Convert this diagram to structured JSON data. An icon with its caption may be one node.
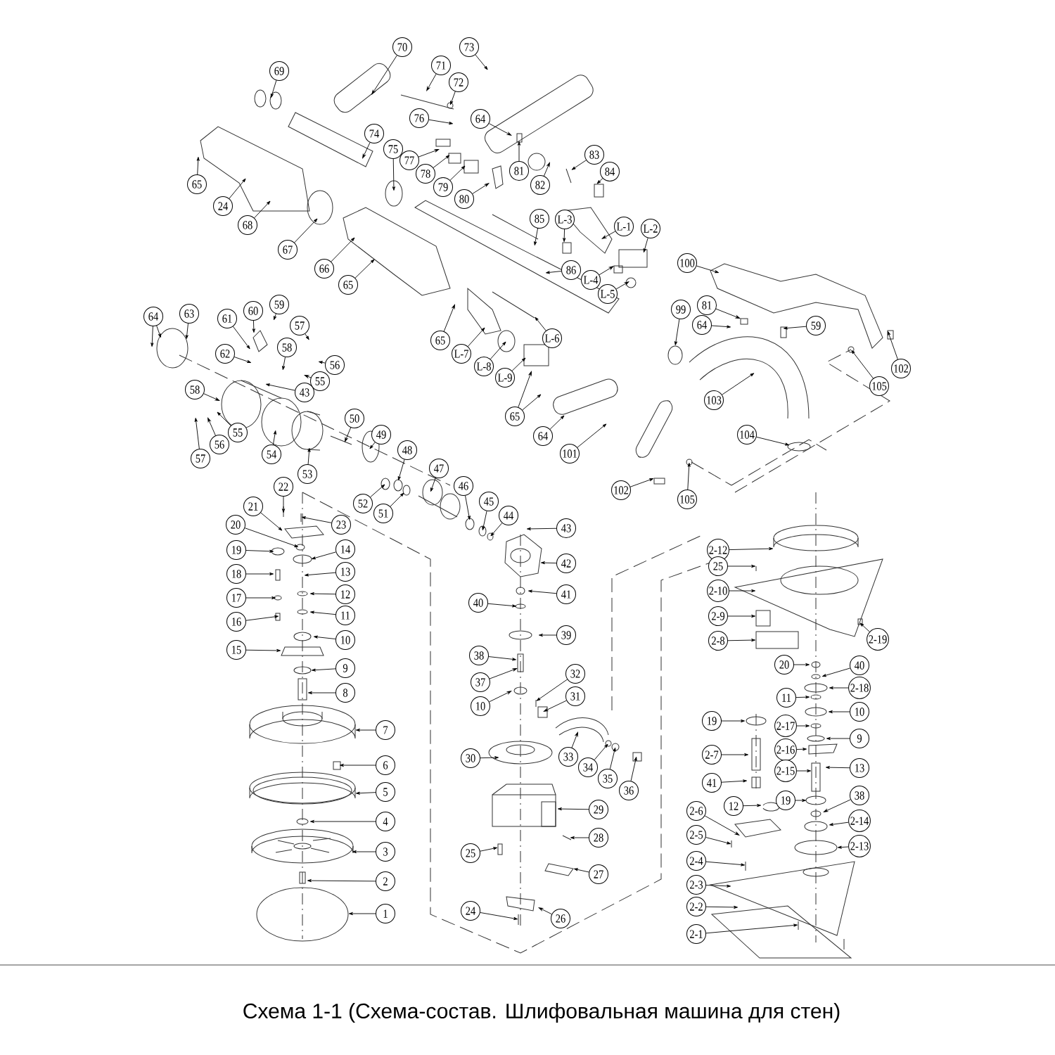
{
  "diagram": {
    "caption": "Схема 1-1 (Схема-состав. Шлифовальная машина для стен)",
    "nodes": [
      {
        "text": [
          "70"
        ]
      },
      {
        "text": [
          "69"
        ]
      },
      {
        "text": [
          "71"
        ]
      },
      {
        "text": [
          "72"
        ]
      },
      {
        "text": [
          "73"
        ]
      },
      {
        "text": [
          "74"
        ]
      },
      {
        "text": [
          "75"
        ]
      },
      {
        "text": [
          "76"
        ]
      },
      {
        "text": [
          "64"
        ]
      },
      {
        "text": [
          "77"
        ]
      },
      {
        "text": [
          "78"
        ]
      },
      {
        "text": [
          "79"
        ]
      },
      {
        "text": [
          "80"
        ]
      },
      {
        "text": [
          "81"
        ]
      },
      {
        "text": [
          "82"
        ]
      },
      {
        "text": [
          "83"
        ]
      },
      {
        "text": [
          "84"
        ]
      },
      {
        "text": [
          "65"
        ]
      },
      {
        "text": [
          "24"
        ]
      },
      {
        "text": [
          "68"
        ]
      },
      {
        "text": [
          "67"
        ]
      },
      {
        "text": [
          "66"
        ]
      },
      {
        "text": [
          "65"
        ]
      },
      {
        "text": [
          "85"
        ]
      },
      {
        "text": [
          "L-3"
        ]
      },
      {
        "text": [
          "L-1"
        ]
      },
      {
        "text": [
          "L-2"
        ]
      },
      {
        "text": [
          "86"
        ]
      },
      {
        "text": [
          "L-4"
        ]
      },
      {
        "text": [
          "L-5"
        ]
      },
      {
        "text": [
          "100"
        ]
      },
      {
        "text": [
          "99"
        ]
      },
      {
        "text": [
          "81"
        ]
      },
      {
        "text": [
          "64"
        ]
      },
      {
        "text": [
          "59"
        ]
      },
      {
        "text": [
          "64"
        ]
      },
      {
        "text": [
          "63"
        ]
      },
      {
        "text": [
          "61"
        ]
      },
      {
        "text": [
          "60"
        ]
      },
      {
        "text": [
          "59"
        ]
      },
      {
        "text": [
          "62"
        ]
      },
      {
        "text": [
          "57"
        ]
      },
      {
        "text": [
          "58"
        ]
      },
      {
        "text": [
          "56"
        ]
      },
      {
        "text": [
          "55"
        ]
      },
      {
        "text": [
          "43"
        ]
      },
      {
        "text": [
          "65"
        ]
      },
      {
        "text": [
          "L-7"
        ]
      },
      {
        "text": [
          "L-6"
        ]
      },
      {
        "text": [
          "L-8"
        ]
      },
      {
        "text": [
          "L-9"
        ]
      },
      {
        "text": [
          "103"
        ]
      },
      {
        "text": [
          "105"
        ]
      },
      {
        "text": [
          "102"
        ]
      },
      {
        "text": [
          "58"
        ]
      },
      {
        "text": [
          "55"
        ]
      },
      {
        "text": [
          "56"
        ]
      },
      {
        "text": [
          "57"
        ]
      },
      {
        "text": [
          "54"
        ]
      },
      {
        "text": [
          "53"
        ]
      },
      {
        "text": [
          "50"
        ]
      },
      {
        "text": [
          "49"
        ]
      },
      {
        "text": [
          "48"
        ]
      },
      {
        "text": [
          "65"
        ]
      },
      {
        "text": [
          "64"
        ]
      },
      {
        "text": [
          "101"
        ]
      },
      {
        "text": [
          "104"
        ]
      },
      {
        "text": [
          "47"
        ]
      },
      {
        "text": [
          "102"
        ]
      },
      {
        "text": [
          "105"
        ]
      },
      {
        "text": [
          "52"
        ]
      },
      {
        "text": [
          "51"
        ]
      },
      {
        "text": [
          "22"
        ]
      },
      {
        "text": [
          "46"
        ]
      },
      {
        "text": [
          "45"
        ]
      },
      {
        "text": [
          "21"
        ]
      },
      {
        "text": [
          "44"
        ]
      },
      {
        "text": [
          "23"
        ]
      },
      {
        "text": [
          "20"
        ]
      },
      {
        "text": [
          "43"
        ]
      },
      {
        "text": [
          "19"
        ]
      },
      {
        "text": [
          "14"
        ]
      },
      {
        "text": [
          "2-12"
        ]
      },
      {
        "text": [
          "42"
        ]
      },
      {
        "text": [
          "25"
        ]
      },
      {
        "text": [
          "18"
        ]
      },
      {
        "text": [
          "13"
        ]
      },
      {
        "text": [
          "2-10"
        ]
      },
      {
        "text": [
          "41"
        ]
      },
      {
        "text": [
          "17"
        ]
      },
      {
        "text": [
          "12"
        ]
      },
      {
        "text": [
          "40"
        ]
      },
      {
        "text": [
          "11"
        ]
      },
      {
        "text": [
          "2-9"
        ]
      },
      {
        "text": [
          "16"
        ]
      },
      {
        "text": [
          "39"
        ]
      },
      {
        "text": [
          "10"
        ]
      },
      {
        "text": [
          "2-8"
        ]
      },
      {
        "text": [
          "2-19"
        ]
      },
      {
        "text": [
          "15"
        ]
      },
      {
        "text": [
          "38"
        ]
      },
      {
        "text": [
          "20"
        ]
      },
      {
        "text": [
          "40"
        ]
      },
      {
        "text": [
          "9"
        ]
      },
      {
        "text": [
          "32"
        ]
      },
      {
        "text": [
          "37"
        ]
      },
      {
        "text": [
          "2-18"
        ]
      },
      {
        "text": [
          "8"
        ]
      },
      {
        "text": [
          "31"
        ]
      },
      {
        "text": [
          "11"
        ]
      },
      {
        "text": [
          "10"
        ]
      },
      {
        "text": [
          "10"
        ]
      },
      {
        "text": [
          "19"
        ]
      },
      {
        "text": [
          "2-17"
        ]
      },
      {
        "text": [
          "7"
        ]
      },
      {
        "text": [
          "9"
        ]
      },
      {
        "text": [
          "2-16"
        ]
      },
      {
        "text": [
          "2-7"
        ]
      },
      {
        "text": [
          "33"
        ]
      },
      {
        "text": [
          "30"
        ]
      },
      {
        "text": [
          "6"
        ]
      },
      {
        "text": [
          "34"
        ]
      },
      {
        "text": [
          "13"
        ]
      },
      {
        "text": [
          "2-15"
        ]
      },
      {
        "text": [
          "35"
        ]
      },
      {
        "text": [
          "41"
        ]
      },
      {
        "text": [
          "36"
        ]
      },
      {
        "text": [
          "5"
        ]
      },
      {
        "text": [
          "38"
        ]
      },
      {
        "text": [
          "19"
        ]
      },
      {
        "text": [
          "12"
        ]
      },
      {
        "text": [
          "29"
        ]
      },
      {
        "text": [
          "2-6"
        ]
      },
      {
        "text": [
          "2-14"
        ]
      },
      {
        "text": [
          "4"
        ]
      },
      {
        "text": [
          "2-5"
        ]
      },
      {
        "text": [
          "28"
        ]
      },
      {
        "text": [
          "2-13"
        ]
      },
      {
        "text": [
          "3"
        ]
      },
      {
        "text": [
          "25"
        ]
      },
      {
        "text": [
          "2-4"
        ]
      },
      {
        "text": [
          "27"
        ]
      },
      {
        "text": [
          "2"
        ]
      },
      {
        "text": [
          "2-3"
        ]
      },
      {
        "text": [
          "2-2"
        ]
      },
      {
        "text": [
          "24"
        ]
      },
      {
        "text": [
          "1"
        ]
      },
      {
        "text": [
          "26"
        ]
      },
      {
        "text": [
          "2-1"
        ]
      }
    ],
    "edges": [
      {
        "from": 0,
        "to": null,
        "arrow": "to"
      },
      {
        "from": 1,
        "to": null,
        "arrow": "to"
      },
      {
        "from": 2,
        "to": null,
        "arrow": "to"
      },
      {
        "from": 3,
        "to": null,
        "arrow": "to"
      },
      {
        "from": 4,
        "to": null,
        "arrow": "to"
      },
      {
        "from": 5,
        "to": null,
        "arrow": "to"
      },
      {
        "from": 6,
        "to": null,
        "arrow": "to"
      },
      {
        "from": 7,
        "to": null,
        "arrow": "to"
      },
      {
        "from": 8,
        "to": null,
        "arrow": "to"
      },
      {
        "from": 9,
        "to": null,
        "arrow": "to"
      },
      {
        "from": 10,
        "to": null,
        "arrow": "to"
      },
      {
        "from": 11,
        "to": null,
        "arrow": "to"
      },
      {
        "from": 12,
        "to": null,
        "arrow": "to"
      },
      {
        "from": 13,
        "to": null,
        "arrow": "to"
      },
      {
        "from": 14,
        "to": null,
        "arrow": "to"
      },
      {
        "from": 15,
        "to": null,
        "arrow": "to"
      },
      {
        "from": 16,
        "to": null,
        "arrow": "to"
      },
      {
        "from": 17,
        "to": null,
        "arrow": "to"
      },
      {
        "from": 18,
        "to": null,
        "arrow": "to"
      },
      {
        "from": 19,
        "to": null,
        "arrow": "to"
      },
      {
        "from": 20,
        "to": null,
        "arrow": "to"
      },
      {
        "from": 21,
        "to": null,
        "arrow": "to"
      },
      {
        "from": 22,
        "to": null,
        "arrow": "to"
      },
      {
        "from": 23,
        "to": null,
        "arrow": "to"
      },
      {
        "from": 24,
        "to": null,
        "arrow": "to"
      },
      {
        "from": 25,
        "to": null,
        "arrow": "to"
      },
      {
        "from": 26,
        "to": null,
        "arrow": "to"
      },
      {
        "from": 27,
        "to": null,
        "arrow": "to"
      },
      {
        "from": 28,
        "to": null,
        "arrow": "to"
      },
      {
        "from": 29,
        "to": null,
        "arrow": "to"
      },
      {
        "from": 30,
        "to": null,
        "arrow": "to"
      },
      {
        "from": 31,
        "to": null,
        "arrow": "to"
      },
      {
        "from": 32,
        "to": null,
        "arrow": "to"
      },
      {
        "from": 33,
        "to": null,
        "arrow": "to"
      },
      {
        "from": 34,
        "to": null,
        "arrow": "to"
      },
      {
        "from": 35,
        "to": null,
        "arrow": "to"
      },
      {
        "from": 35,
        "to": null,
        "arrow": "to"
      },
      {
        "from": 36,
        "to": null,
        "arrow": "to"
      },
      {
        "from": 37,
        "to": null,
        "arrow": "to"
      },
      {
        "from": 38,
        "to": null,
        "arrow": "to"
      },
      {
        "from": 39,
        "to": null,
        "arrow": "to"
      },
      {
        "from": 40,
        "to": null,
        "arrow": "to"
      },
      {
        "from": 41,
        "to": null,
        "arrow": "to"
      },
      {
        "from": 42,
        "to": null,
        "arrow": "to"
      },
      {
        "from": 43,
        "to": null,
        "arrow": "to"
      },
      {
        "from": 44,
        "to": null,
        "arrow": "to"
      },
      {
        "from": 45,
        "to": null,
        "arrow": "to"
      },
      {
        "from": 46,
        "to": null,
        "arrow": "to"
      },
      {
        "from": 47,
        "to": null,
        "arrow": "to"
      },
      {
        "from": 48,
        "to": null,
        "arrow": "to"
      },
      {
        "from": 49,
        "to": null,
        "arrow": "to"
      },
      {
        "from": 50,
        "to": null,
        "arrow": "to"
      },
      {
        "from": 51,
        "to": null,
        "arrow": "to"
      },
      {
        "from": 52,
        "to": null,
        "arrow": "to"
      },
      {
        "from": 53,
        "to": null,
        "arrow": "to"
      },
      {
        "from": 54,
        "to": null,
        "arrow": "to"
      },
      {
        "from": 55,
        "to": null,
        "arrow": "to"
      },
      {
        "from": 56,
        "to": null,
        "arrow": "to"
      },
      {
        "from": 57,
        "to": null,
        "arrow": "to"
      },
      {
        "from": 58,
        "to": null,
        "arrow": "to"
      },
      {
        "from": 59,
        "to": null,
        "arrow": "to"
      },
      {
        "from": 60,
        "to": null,
        "arrow": "to"
      },
      {
        "from": 61,
        "to": null,
        "arrow": "to"
      },
      {
        "from": 62,
        "to": null,
        "arrow": "to"
      },
      {
        "from": 63,
        "to": null,
        "arrow": "to"
      },
      {
        "from": 63,
        "to": null,
        "arrow": "to"
      },
      {
        "from": 64,
        "to": null,
        "arrow": "to"
      },
      {
        "from": 65,
        "to": null,
        "arrow": "to"
      },
      {
        "from": 66,
        "to": null,
        "arrow": "to"
      },
      {
        "from": 67,
        "to": null,
        "arrow": "to"
      },
      {
        "from": 68,
        "to": null,
        "arrow": "to"
      },
      {
        "from": 69,
        "to": null,
        "arrow": "to"
      },
      {
        "from": 70,
        "to": null,
        "arrow": "to"
      },
      {
        "from": 71,
        "to": null,
        "arrow": "to"
      },
      {
        "from": 72,
        "to": null,
        "arrow": "to"
      },
      {
        "from": 73,
        "to": null,
        "arrow": "to"
      },
      {
        "from": 74,
        "to": null,
        "arrow": "to"
      },
      {
        "from": 75,
        "to": null,
        "arrow": "to"
      },
      {
        "from": 76,
        "to": null,
        "arrow": "to"
      },
      {
        "from": 77,
        "to": null,
        "arrow": "to"
      },
      {
        "from": 78,
        "to": null,
        "arrow": "to"
      },
      {
        "from": 79,
        "to": null,
        "arrow": "to"
      },
      {
        "from": 80,
        "to": null,
        "arrow": "to"
      },
      {
        "from": 81,
        "to": null,
        "arrow": "to"
      },
      {
        "from": 82,
        "to": null,
        "arrow": "to"
      },
      {
        "from": 83,
        "to": null,
        "arrow": "to"
      },
      {
        "from": 84,
        "to": null,
        "arrow": "to"
      },
      {
        "from": 85,
        "to": null,
        "arrow": "to"
      },
      {
        "from": 86,
        "to": null,
        "arrow": "to"
      },
      {
        "from": 87,
        "to": null,
        "arrow": "to"
      },
      {
        "from": 88,
        "to": null,
        "arrow": "to"
      },
      {
        "from": 89,
        "to": null,
        "arrow": "to"
      },
      {
        "from": 90,
        "to": null,
        "arrow": "to"
      },
      {
        "from": 91,
        "to": null,
        "arrow": "to"
      },
      {
        "from": 92,
        "to": null,
        "arrow": "to"
      },
      {
        "from": 93,
        "to": null,
        "arrow": "to"
      },
      {
        "from": 94,
        "to": null,
        "arrow": "to"
      },
      {
        "from": 95,
        "to": null,
        "arrow": "to"
      },
      {
        "from": 96,
        "to": null,
        "arrow": "to"
      },
      {
        "from": 97,
        "to": null,
        "arrow": "to"
      },
      {
        "from": 98,
        "to": null,
        "arrow": "to"
      },
      {
        "from": 99,
        "to": null,
        "arrow": "to"
      },
      {
        "from": 100,
        "to": null,
        "arrow": "to"
      },
      {
        "from": 101,
        "to": null,
        "arrow": "to"
      },
      {
        "from": 102,
        "to": null,
        "arrow": "to"
      },
      {
        "from": 103,
        "to": null,
        "arrow": "to"
      },
      {
        "from": 104,
        "to": null,
        "arrow": "to"
      },
      {
        "from": 105,
        "to": null,
        "arrow": "to"
      },
      {
        "from": 106,
        "to": null,
        "arrow": "to"
      },
      {
        "from": 107,
        "to": null,
        "arrow": "to"
      },
      {
        "from": 108,
        "to": null,
        "arrow": "to"
      },
      {
        "from": 109,
        "to": null,
        "arrow": "to"
      },
      {
        "from": 110,
        "to": null,
        "arrow": "to"
      },
      {
        "from": 111,
        "to": null,
        "arrow": "to"
      },
      {
        "from": 112,
        "to": null,
        "arrow": "to"
      },
      {
        "from": 113,
        "to": null,
        "arrow": "to"
      },
      {
        "from": 114,
        "to": null,
        "arrow": "to"
      },
      {
        "from": 115,
        "to": null,
        "arrow": "to"
      },
      {
        "from": 116,
        "to": null,
        "arrow": "to"
      },
      {
        "from": 117,
        "to": null,
        "arrow": "to"
      },
      {
        "from": 118,
        "to": null,
        "arrow": "to"
      },
      {
        "from": 119,
        "to": null,
        "arrow": "to"
      },
      {
        "from": 120,
        "to": null,
        "arrow": "to"
      },
      {
        "from": 121,
        "to": null,
        "arrow": "to"
      },
      {
        "from": 122,
        "to": null,
        "arrow": "to"
      },
      {
        "from": 123,
        "to": null,
        "arrow": "to"
      },
      {
        "from": 124,
        "to": null,
        "arrow": "to"
      },
      {
        "from": 125,
        "to": null,
        "arrow": "to"
      },
      {
        "from": 126,
        "to": null,
        "arrow": "to"
      },
      {
        "from": 127,
        "to": null,
        "arrow": "to"
      },
      {
        "from": 128,
        "to": null,
        "arrow": "to"
      },
      {
        "from": 129,
        "to": null,
        "arrow": "to"
      },
      {
        "from": 130,
        "to": null,
        "arrow": "to"
      },
      {
        "from": 131,
        "to": null,
        "arrow": "to"
      },
      {
        "from": 132,
        "to": null,
        "arrow": "to"
      },
      {
        "from": 133,
        "to": null,
        "arrow": "to"
      },
      {
        "from": 134,
        "to": null,
        "arrow": "to"
      },
      {
        "from": 135,
        "to": null,
        "arrow": "to"
      },
      {
        "from": 136,
        "to": null,
        "arrow": "to"
      },
      {
        "from": 137,
        "to": null,
        "arrow": "to"
      },
      {
        "from": 138,
        "to": null,
        "arrow": "to"
      },
      {
        "from": 139,
        "to": null,
        "arrow": "to"
      },
      {
        "from": 140,
        "to": null,
        "arrow": "to"
      },
      {
        "from": 141,
        "to": null,
        "arrow": "to"
      },
      {
        "from": 142,
        "to": null,
        "arrow": "to"
      },
      {
        "from": 143,
        "to": null,
        "arrow": "to"
      },
      {
        "from": 144,
        "to": null,
        "arrow": "to"
      },
      {
        "from": 145,
        "to": null,
        "arrow": "to"
      },
      {
        "from": 146,
        "to": null,
        "arrow": "to"
      },
      {
        "from": 147,
        "to": null,
        "arrow": "to"
      },
      {
        "from": 148,
        "to": null,
        "arrow": "to"
      }
    ]
  }
}
